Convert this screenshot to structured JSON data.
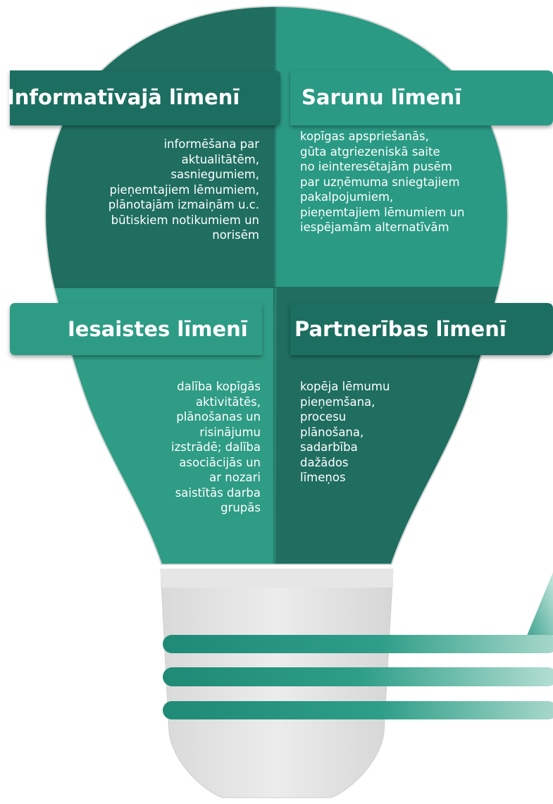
{
  "quadrants": {
    "top_left": {
      "title": "Informatīvajā līmenī",
      "text": "informēšana par\naktualitātēm,\nsasniegumiem,\npieņemtajiem lēmumiem,\nplānotajām izmaiņām u.c.\nbūtiskiem notikumiem un\nnorisēm"
    },
    "top_right": {
      "title": "Sarunu līmenī",
      "text": "kopīgas apspriešanās,\ngūta atgriezeniskā saite\nno ieinteresētajām pusēm\npar uzņēmuma sniegtajiem\npakalpojumiem,\npieņemtajiem lēmumiem un\niespējamām alternatīvām"
    },
    "bottom_left": {
      "title": "Iesaistes līmenī",
      "text": "dalība kopīgās\naktivitātēs,\nplānošanas un\nrisinājumu\nizstrādē; dalība\nasociācijās un\nar nozari\nsaistītās darba\ngrupās"
    },
    "bottom_right": {
      "title": "Partnerības līmenī",
      "text": "kopēja lēmumu\npieņemšana,\nprocesu\nplānošana,\nsadarbība\ndažādos\nlīmeņos"
    }
  },
  "colors": {
    "dark_teal": "#1f6e60",
    "mid_teal": "#2a9a84",
    "light_teal": "#2f9c85",
    "base_gray": "#e3e3e3"
  }
}
